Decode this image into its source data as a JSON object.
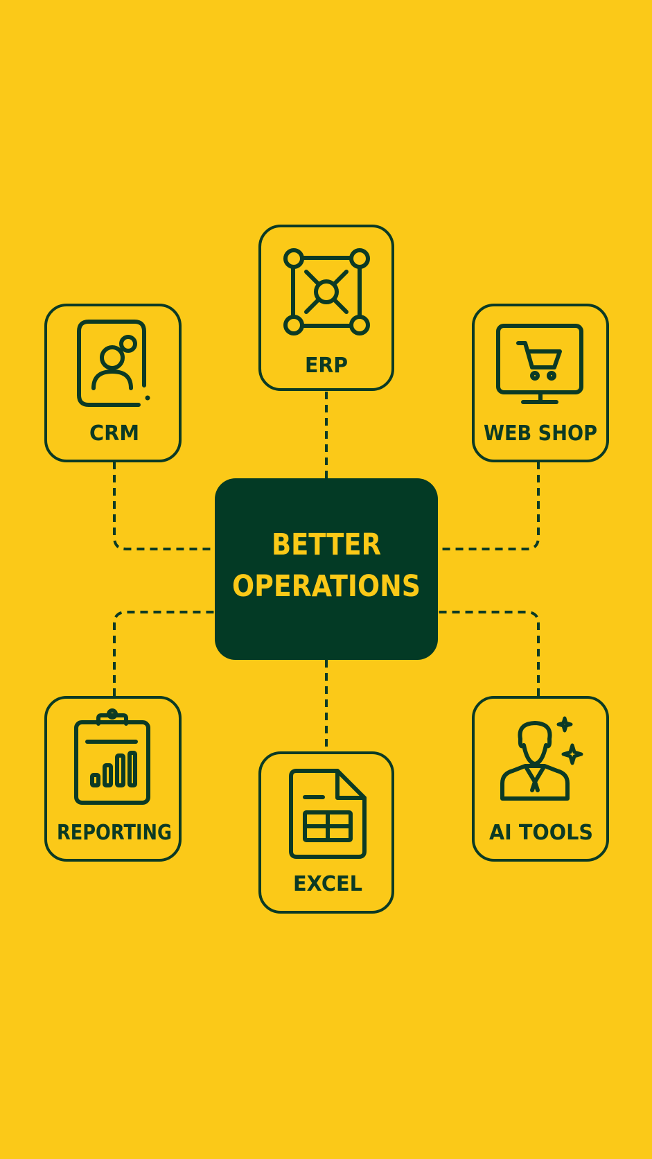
{
  "colors": {
    "background": "#FBC918",
    "ink": "#0B3A25",
    "center_fill": "#033A25",
    "center_text": "#FBC918"
  },
  "center": {
    "line1": "BETTER",
    "line2": "OPERATIONS"
  },
  "nodes": {
    "erp": {
      "label": "ERP",
      "icon": "network-nodes-icon"
    },
    "crm": {
      "label": "CRM",
      "icon": "user-profile-icon"
    },
    "web_shop": {
      "label": "WEB SHOP",
      "icon": "shopping-cart-monitor-icon"
    },
    "reporting": {
      "label": "REPORTING",
      "icon": "clipboard-bar-chart-icon"
    },
    "excel": {
      "label": "EXCEL",
      "icon": "spreadsheet-file-icon"
    },
    "ai_tools": {
      "label": "AI TOOLS",
      "icon": "person-sparkles-icon"
    }
  }
}
